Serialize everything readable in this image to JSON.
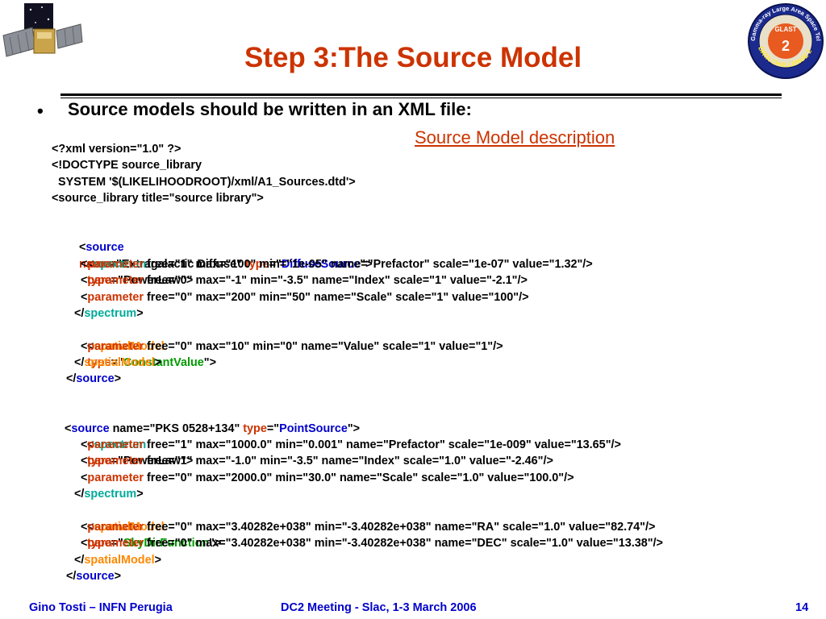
{
  "slide": {
    "title": "Step 3:The Source Model",
    "bullet_marker": "•",
    "bullet": "Source models should be written in an XML file:",
    "link": "Source Model description"
  },
  "code": {
    "header": [
      "<?xml version=\"1.0\" ?>",
      "<!DOCTYPE source_library",
      "  SYSTEM '$(LIKELIHOODROOT)/xml/A1_Sources.dtd'>",
      "<source_library title=\"source library\">"
    ],
    "src1_open": {
      "pre": "<",
      "tag": "source",
      "attr1": "name",
      "v1": "=\"Extragalactic Diffuse\" ",
      "attr2": "type",
      "eq": "=\"",
      "val": "DiffuseSource",
      "end": "\">"
    },
    "spec1_open": {
      "pre": "<",
      "tag": "spectrum",
      "attr": "type",
      "rest": "=\"PowerLaw\">"
    },
    "param_tag": "parameter",
    "spec1_params": [
      " free=\"1\" max=\"100\" min=\"1e-05\" name=\"Prefactor\" scale=\"1e-07\" value=\"1.32\"/>",
      " free=\"0\" max=\"-1\" min=\"-3.5\" name=\"Index\" scale=\"1\" value=\"-2.1\"/>",
      " free=\"0\" max=\"200\" min=\"50\" name=\"Scale\" scale=\"1\" value=\"100\"/>"
    ],
    "spec_close": {
      "pre": "</",
      "tag": "spectrum",
      "end": ">"
    },
    "spat1_open": {
      "pre": "<",
      "tag": "spatialModel",
      "attr": "type",
      "eq": "=\"",
      "val": "ConstantValue",
      "end": "\">"
    },
    "spat1_param": " free=\"0\" max=\"10\" min=\"0\" name=\"Value\" scale=\"1\" value=\"1\"/>",
    "spat_close": {
      "pre": "</",
      "tag": "spatialModel",
      "end": ">"
    },
    "src_close": {
      "pre": "</",
      "tag": "source",
      "end": ">"
    },
    "src2_open": {
      "pre": "<",
      "tag": "source",
      "v1": " name=\"PKS 0528+134\" ",
      "attr2": "type",
      "eq": "=\"",
      "val": "PointSource",
      "end": "\">"
    },
    "spec2_params": [
      " free=\"1\" max=\"1000.0\" min=\"0.001\" name=\"Prefactor\" scale=\"1e-009\" value=\"13.65\"/>",
      " free=\"1\" max=\"-1.0\" min=\"-3.5\" name=\"Index\" scale=\"1.0\" value=\"-2.46\"/>",
      " free=\"0\" max=\"2000.0\" min=\"30.0\" name=\"Scale\" scale=\"1.0\" value=\"100.0\"/>"
    ],
    "spat2_open": {
      "pre": "<",
      "tag": "spatialModel",
      "attr": "type",
      "eq": "=\"",
      "val": "SkyDirFunction",
      "end": "\">"
    },
    "spat2_params": [
      " free=\"0\" max=\"3.40282e+038\" min=\"-3.40282e+038\" name=\"RA\" scale=\"1.0\" value=\"82.74\"/>",
      " free=\"0\" max=\"3.40282e+038\" min=\"-3.40282e+038\" name=\"DEC\" scale=\"1.0\" value=\"13.38\"/>"
    ]
  },
  "footer": {
    "author": "Gino Tosti – INFN Perugia",
    "meeting": "DC2 Meeting  - Slac, 1-3 March 2006",
    "page": "14"
  },
  "logo_right": {
    "ring_text": "Gamma-ray Large Area Space Telescope",
    "center_text": "GLAST",
    "number": "2",
    "bottom_text": "DATA CHALLENGE 2"
  },
  "colors": {
    "title": "#cc3300",
    "tag": "#0000cc",
    "spectrum_tag": "#00aa99",
    "orange_tag": "#ff8800",
    "attribute": "#cc3300",
    "footer": "#0000cc"
  },
  "icons": {
    "top_left": "satellite-icon",
    "top_right": "glast-dc2-logo-icon"
  }
}
